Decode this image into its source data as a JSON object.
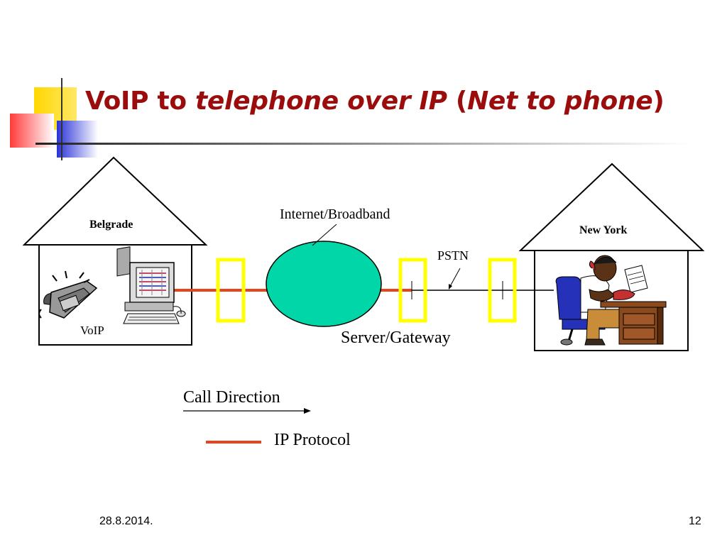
{
  "slide": {
    "title_parts": {
      "a": "VoIP to ",
      "b": "telephone over IP",
      "c": " (",
      "d": "Net to phone",
      "e": ")"
    },
    "footer": {
      "date": "28.8.2014.",
      "page": "12"
    }
  },
  "diagram": {
    "left_house": {
      "city": "Belgrade",
      "device_label": "VoIP"
    },
    "right_house": {
      "city": "New York"
    },
    "cloud_label": "Internet/Broadband",
    "pstn_label": "PSTN",
    "gateway_label": "Server/Gateway",
    "colors": {
      "ip_line": "#e8431b",
      "cloud": "#00d6a8",
      "gateway_box": "#ffff00",
      "title": "#9b0d0d"
    }
  },
  "legend": {
    "call_direction": "Call Direction",
    "ip_protocol": "IP Protocol"
  }
}
